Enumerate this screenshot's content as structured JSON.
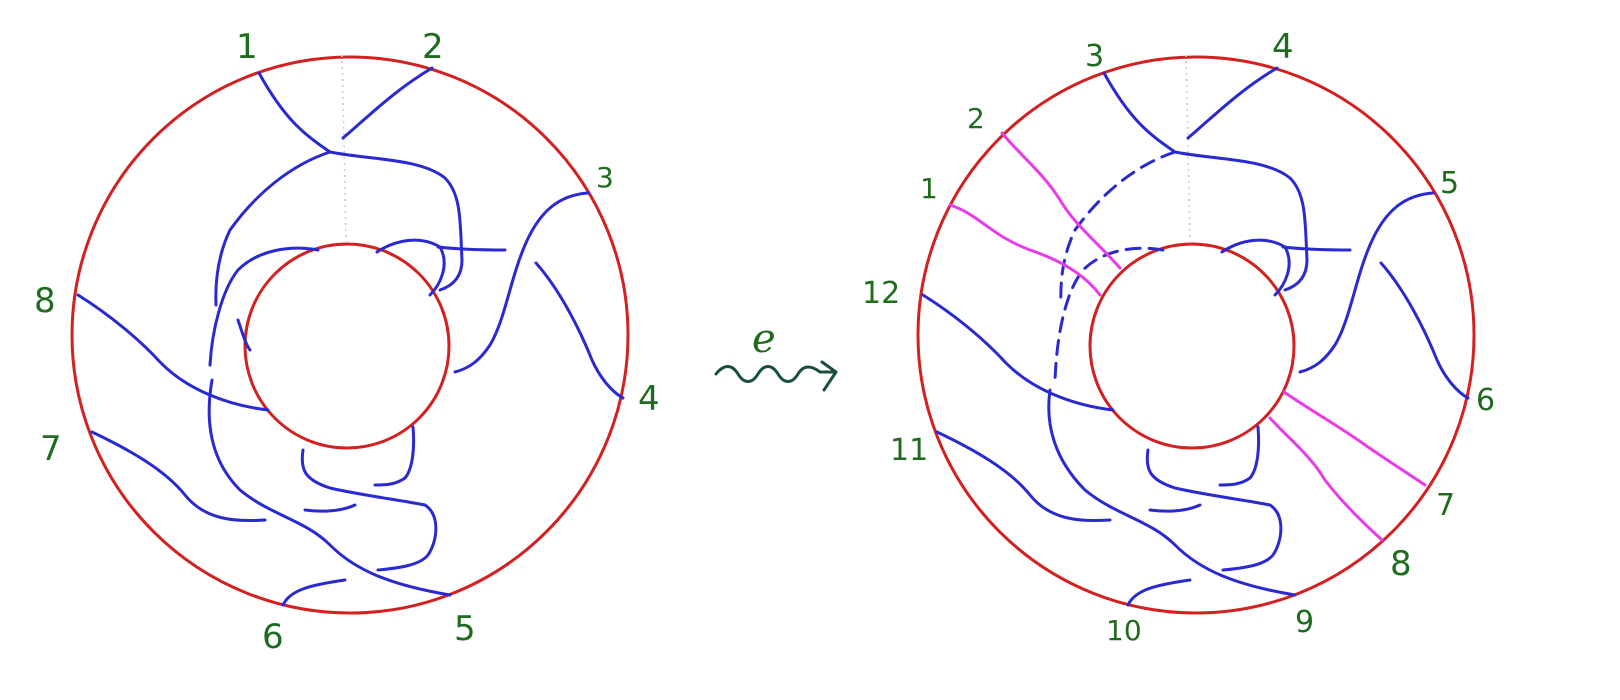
{
  "left_annulus": {
    "boundary_labels": [
      "1",
      "2",
      "3",
      "4",
      "5",
      "6",
      "7",
      "8"
    ]
  },
  "operation": {
    "label": "e"
  },
  "right_annulus": {
    "boundary_labels": [
      "1",
      "2",
      "3",
      "4",
      "5",
      "6",
      "7",
      "8",
      "9",
      "10",
      "11",
      "12"
    ]
  },
  "colors": {
    "boundary": "#d32020",
    "curves": "#2a2ad0",
    "added_arcs": "#e83ce8",
    "labels": "#1f6b1f"
  }
}
